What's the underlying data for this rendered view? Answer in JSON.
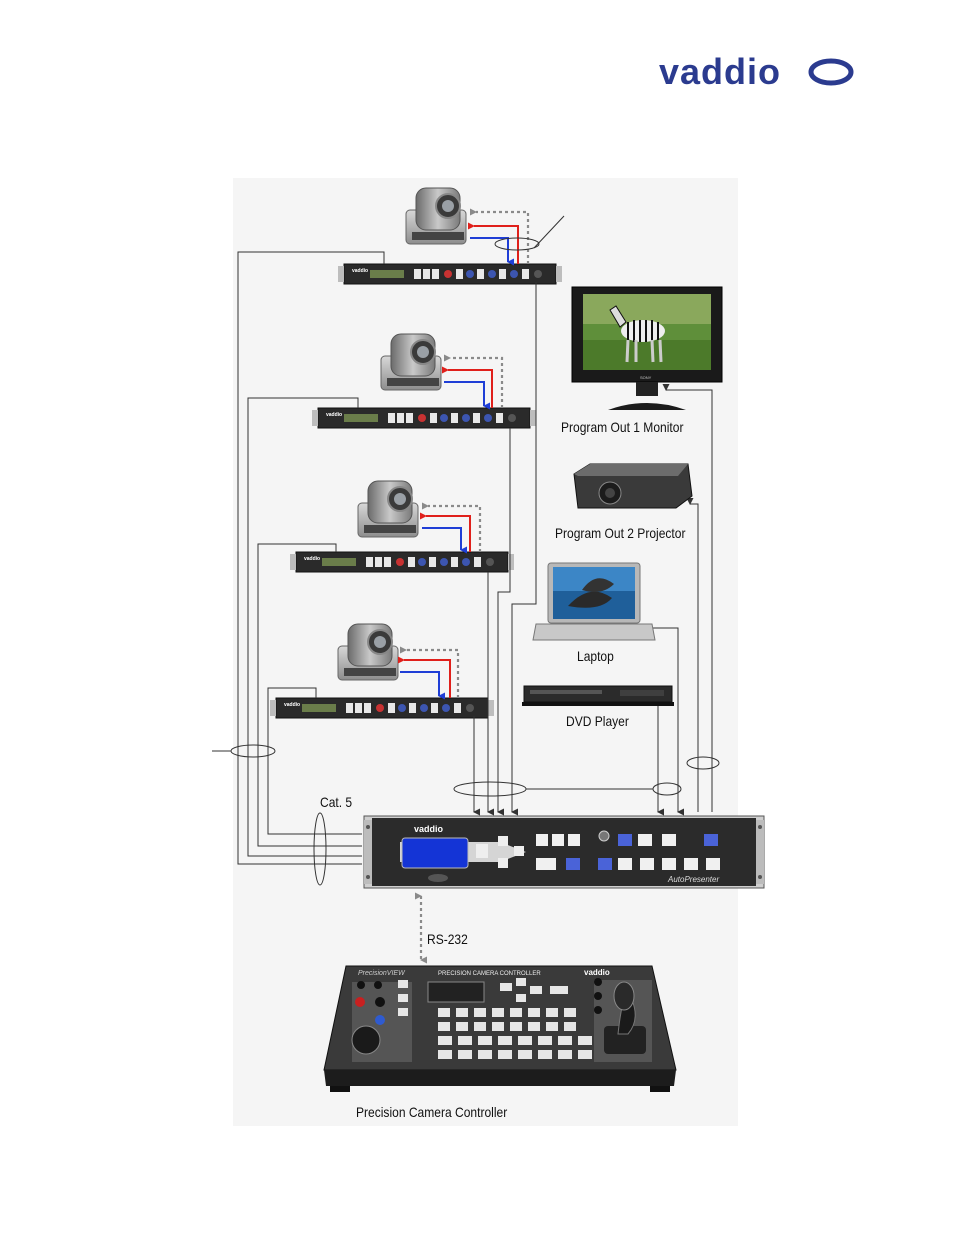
{
  "logo": {
    "text": "vaddio",
    "color": "#2b3b8f"
  },
  "labels": {
    "program_out_1": "Program Out 1 Monitor",
    "program_out_2": "Program Out 2 Projector",
    "laptop": "Laptop",
    "dvd": "DVD Player",
    "cat5": "Cat. 5",
    "rs232": "RS-232",
    "pcc": "Precision Camera Controller"
  },
  "devices": {
    "switcher": {
      "brand": "vaddio",
      "model": "AutoPresenter"
    },
    "controller": {
      "model": "PrecisionVIEW",
      "title": "PRECISION CAMERA CONTROLLER",
      "brand": "vaddio"
    },
    "monitor": {
      "brand": "SONY"
    }
  },
  "colors": {
    "red_line": "#e0201b",
    "blue_line": "#1f3ed6",
    "gray_line": "#8a8a8a",
    "dark_line": "#333333"
  }
}
